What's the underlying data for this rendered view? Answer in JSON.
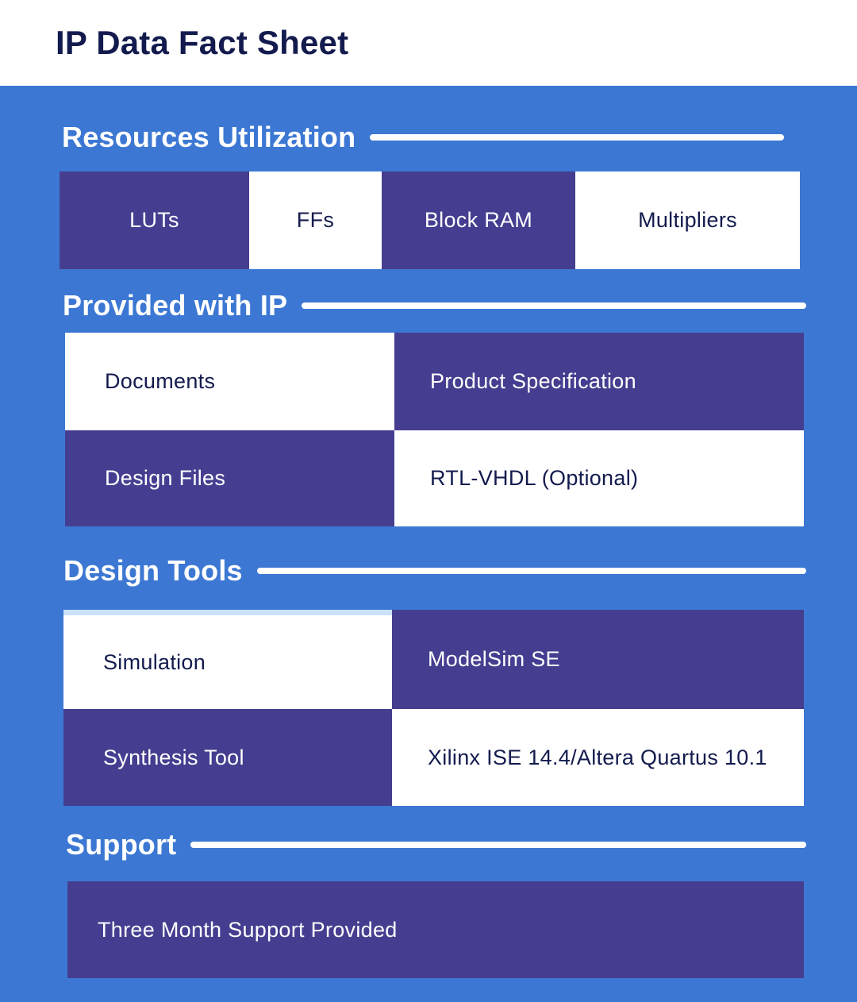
{
  "header": {
    "title": "IP Data Fact Sheet"
  },
  "sections": {
    "resources": {
      "heading": "Resources Utilization",
      "cells": [
        {
          "label": "LUTs"
        },
        {
          "label": "FFs"
        },
        {
          "label": "Block RAM"
        },
        {
          "label": "Multipliers"
        }
      ]
    },
    "provided": {
      "heading": "Provided with IP",
      "rows": [
        {
          "item": "Documents",
          "value": "Product Specification"
        },
        {
          "item": "Design Files",
          "value": "RTL-VHDL (Optional)"
        }
      ]
    },
    "design_tools": {
      "heading": "Design Tools",
      "rows": [
        {
          "item": "Simulation",
          "value": "ModelSim SE"
        },
        {
          "item": "Synthesis Tool",
          "value": "Xilinx ISE 14.4/Altera Quartus 10.1"
        }
      ]
    },
    "support": {
      "heading": "Support",
      "note": "Three Month Support Provided"
    }
  },
  "colors": {
    "panel_blue": "#3C78D3",
    "block_purple": "#453E90",
    "navy_text": "#131B4E",
    "white": "#FFFFFF",
    "accent_light_blue": "#C9E1F9"
  }
}
